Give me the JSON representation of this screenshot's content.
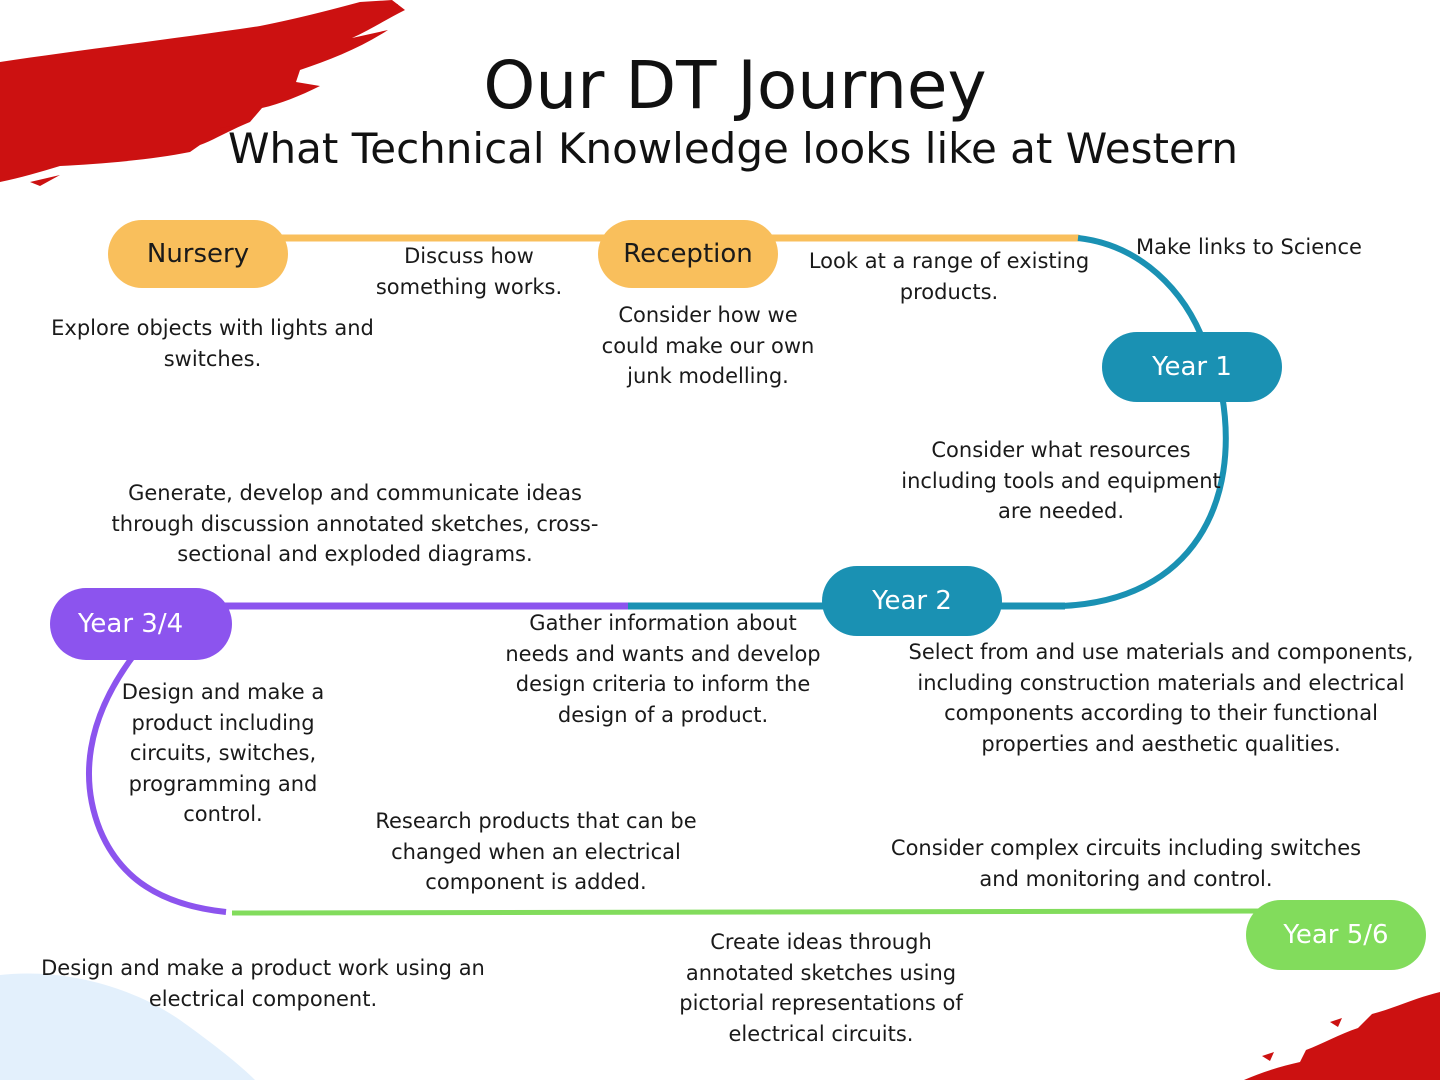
{
  "header": {
    "title": "Our DT Journey",
    "subtitle": "What  Technical Knowledge looks like at Western"
  },
  "colors": {
    "accent_red": "#cc1111",
    "nursery_reception": "#f9bf5c",
    "year_1_2": "#1a91b3",
    "year_3_4": "#8c54ee",
    "year_5_6": "#82dc5c",
    "background_blob": "#e3f0fc"
  },
  "stages": {
    "nursery": "Nursery",
    "reception": "Reception",
    "year1": "Year 1",
    "year2": "Year 2",
    "year34": "Year 3/4",
    "year56": "Year 5/6"
  },
  "notes": {
    "nursery_explore": "Explore objects with lights and switches.",
    "discuss_how": "Discuss how something works.",
    "reception_consider": "Consider how we could make our own junk modelling.",
    "look_range": "Look at a range of existing products.",
    "links_science": "Make links to Science",
    "resources": "Consider what resources including tools and equipment are needed.",
    "generate_ideas": "Generate, develop and communicate ideas through discussion annotated sketches, cross-sectional and exploded diagrams.",
    "gather_info": "Gather information about needs and wants and develop design criteria to inform the design of a product.",
    "select_materials": "Select from and use materials and components, including construction materials and electrical components according to their functional properties and aesthetic qualities.",
    "design_circuits": "Design and make a product including circuits, switches, programming and control.",
    "research_products": "Research products that can be changed when an electrical component is added.",
    "complex_circuits": "Consider complex circuits including switches and monitoring and control.",
    "design_electrical": "Design and make a product work using an electrical component.",
    "create_ideas": "Create ideas through annotated sketches using pictorial representations of electrical circuits."
  }
}
